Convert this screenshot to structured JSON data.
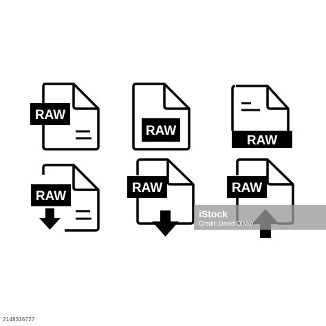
{
  "badge_text": "RAW",
  "watermark": {
    "brand": "iStock",
    "credit": "Credit: David Olivko"
  },
  "stock_id": "2148316727",
  "colors": {
    "icon": "#000000",
    "background": "#ffffff",
    "badge_text": "#ffffff",
    "watermark_bg": "#9a9a9a"
  },
  "icons": [
    {
      "name": "raw-file-icon-badge-left",
      "variant": "badge-left"
    },
    {
      "name": "raw-file-icon-badge-bottom-outline",
      "variant": "badge-bottom-outline"
    },
    {
      "name": "raw-file-icon-banner-bottom",
      "variant": "banner-bottom"
    },
    {
      "name": "raw-file-download-icon",
      "variant": "download-small"
    },
    {
      "name": "raw-file-download-icon-large",
      "variant": "download-large"
    },
    {
      "name": "raw-file-upload-icon",
      "variant": "upload"
    }
  ]
}
